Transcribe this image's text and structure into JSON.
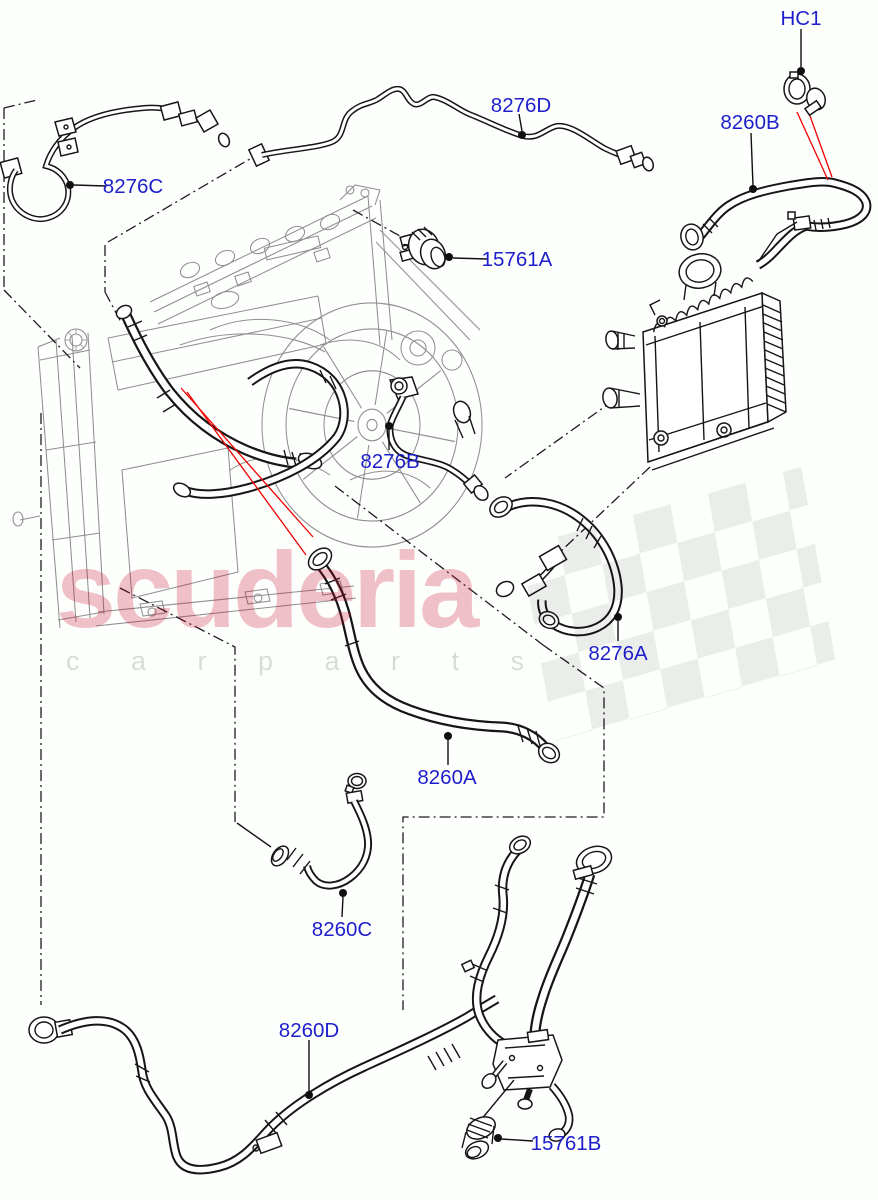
{
  "diagram_type": "parts-exploded-diagram",
  "labels": {
    "hc1": "HC1",
    "p8276c": "8276C",
    "p8276d": "8276D",
    "p8260b": "8260B",
    "p15761a": "15761A",
    "p8276b": "8276B",
    "p8276a": "8276A",
    "p8260a": "8260A",
    "p8260c": "8260C",
    "p8260d": "8260D",
    "p15761b": "15761B"
  },
  "watermark": {
    "brand": "scuderia",
    "subline": "c a r   p a r t s"
  },
  "colors": {
    "label": "#1e1ecb",
    "red_leader": "#f10000",
    "line_art": "#161616",
    "context_gray": "#8f8f8f",
    "watermark_pink": "rgba(200,10,45,0.26)",
    "watermark_gray": "rgba(0,0,0,0.14)"
  }
}
